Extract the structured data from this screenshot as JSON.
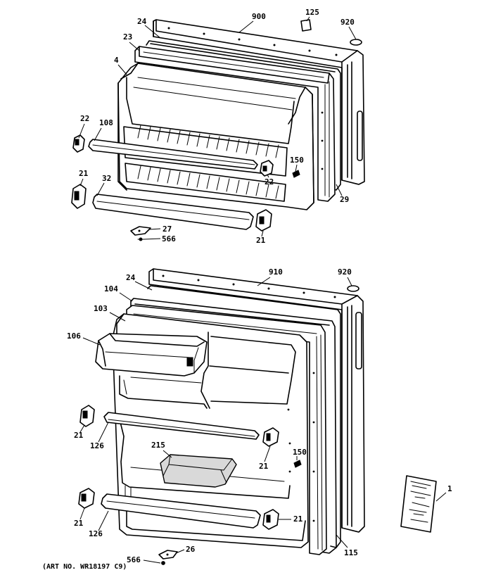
{
  "labels": {
    "l24a": "24",
    "l900": "900",
    "l125": "125",
    "l920a": "920",
    "l23": "23",
    "l4": "4",
    "l22a": "22",
    "l108": "108",
    "l21a": "21",
    "l32": "32",
    "l150a": "150",
    "l22b": "22",
    "l29": "29",
    "l27": "27",
    "l566a": "566",
    "l21b": "21",
    "l24b": "24",
    "l910": "910",
    "l920b": "920",
    "l104": "104",
    "l103": "103",
    "l106": "106",
    "l21c": "21",
    "l126a": "126",
    "l215": "215",
    "l150b": "150",
    "l21d": "21",
    "l21e": "21",
    "l126b": "126",
    "l21f": "21",
    "l1": "1",
    "l115": "115",
    "l26": "26",
    "l566b": "566"
  },
  "caption": "(ART NO. WR18197 C9)"
}
